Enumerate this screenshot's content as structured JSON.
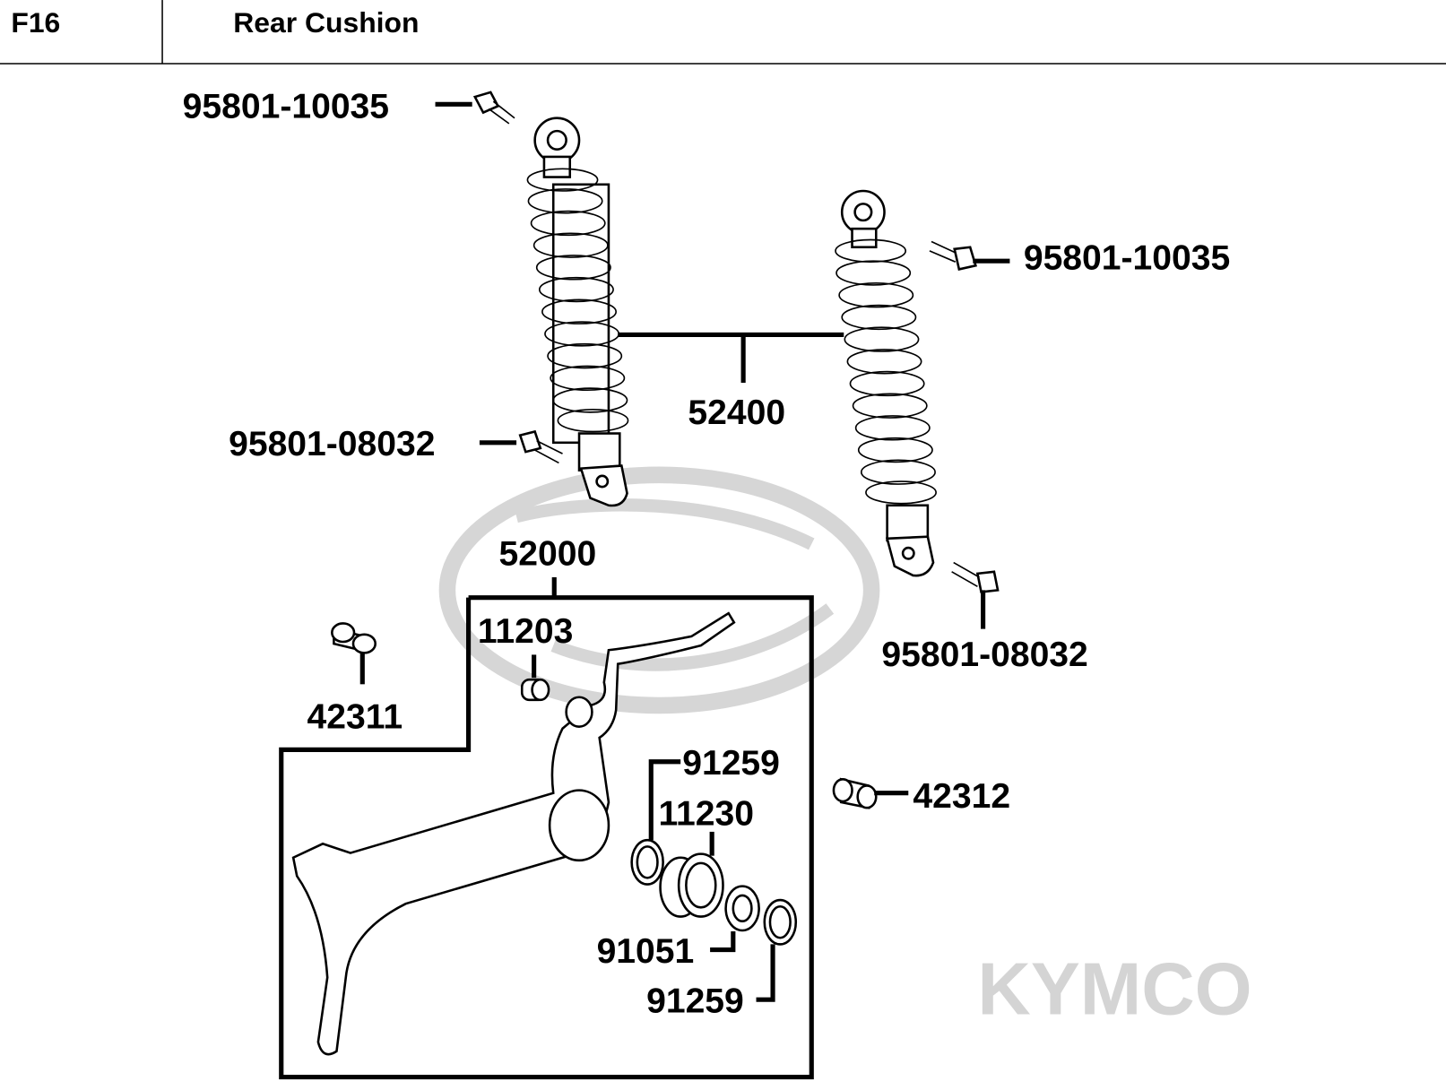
{
  "header": {
    "code": "F16",
    "title": "Rear Cushion"
  },
  "watermark": {
    "brand": "KYMCO"
  },
  "labels": {
    "bolt_top_left": "95801-10035",
    "bolt_top_right": "95801-10035",
    "rear_cushion": "52400",
    "bolt_bottom_left": "95801-08032",
    "bolt_bottom_right": "95801-08032",
    "bracket_assy": "52000",
    "collar_small": "11203",
    "collar_left": "42311",
    "oil_seal_top": "91259",
    "bushing": "11230",
    "collar_right": "42312",
    "bearing": "91051",
    "oil_seal_bottom": "91259"
  }
}
